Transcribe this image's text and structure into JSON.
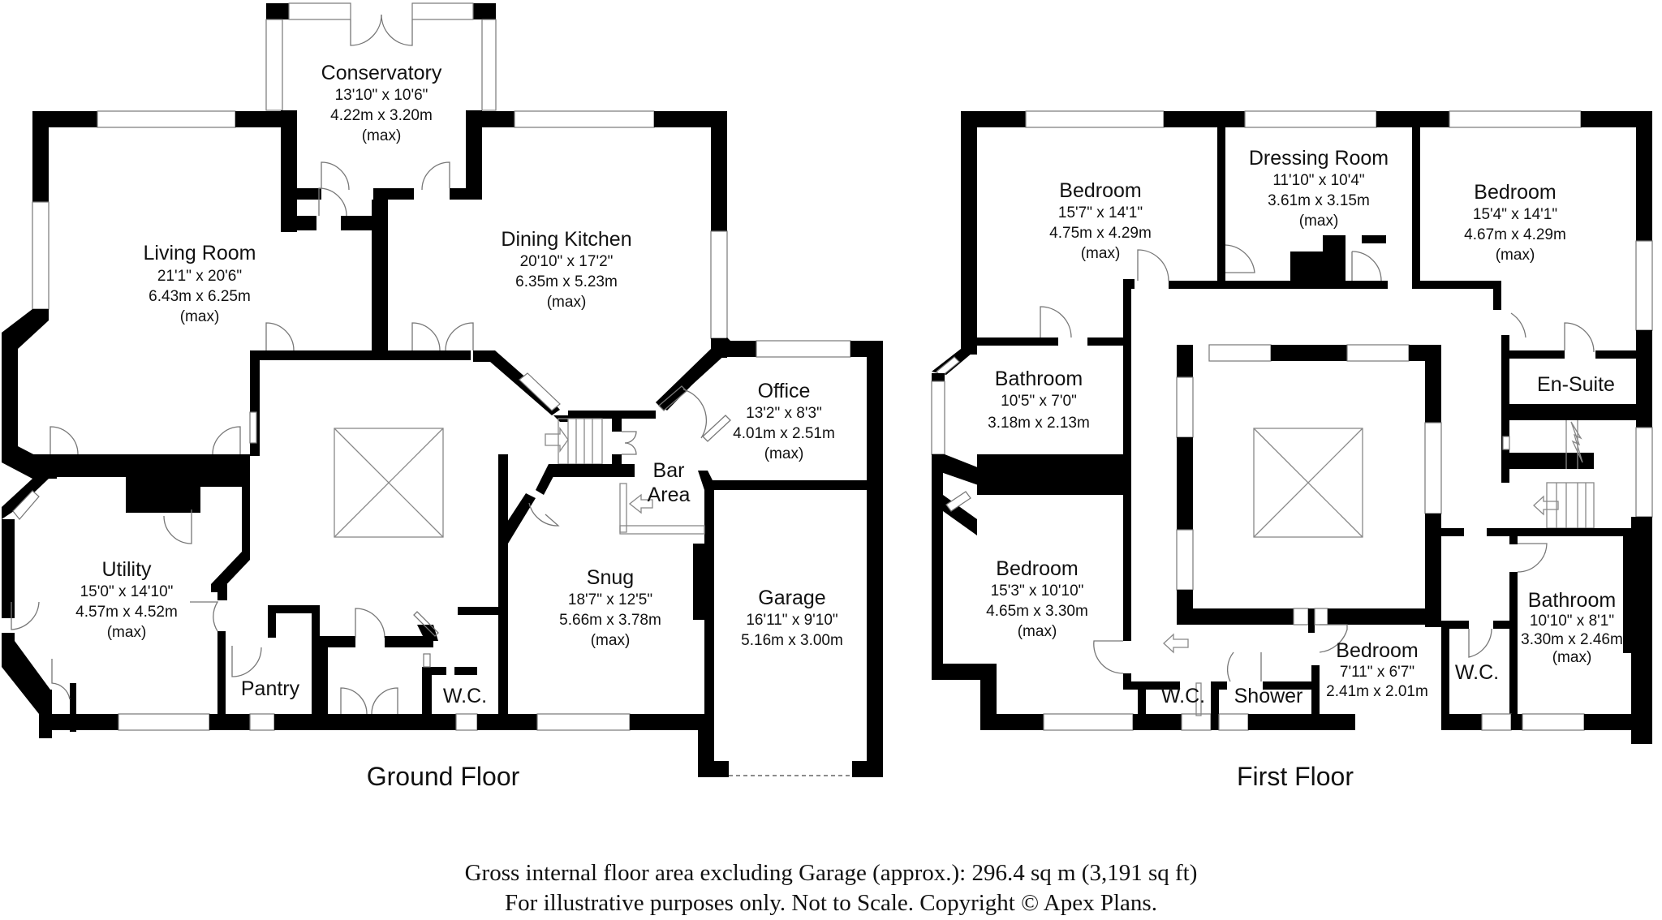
{
  "floors": [
    {
      "label": "Ground Floor",
      "rooms": [
        {
          "id": "conservatory",
          "name": "Conservatory",
          "imperial": "13'10\" x 10'6\"",
          "metric": "4.22m x 3.20m",
          "note": "(max)"
        },
        {
          "id": "living-room",
          "name": "Living Room",
          "imperial": "21'1\" x 20'6\"",
          "metric": "6.43m x 6.25m",
          "note": "(max)"
        },
        {
          "id": "dining-kitchen",
          "name": "Dining Kitchen",
          "imperial": "20'10\" x 17'2\"",
          "metric": "6.35m x 5.23m",
          "note": "(max)"
        },
        {
          "id": "office",
          "name": "Office",
          "imperial": "13'2\" x 8'3\"",
          "metric": "4.01m x 2.51m",
          "note": "(max)"
        },
        {
          "id": "bar-area",
          "name": "Bar Area",
          "name_line1": "Bar",
          "name_line2": "Area"
        },
        {
          "id": "utility",
          "name": "Utility",
          "imperial": "15'0\" x 14'10\"",
          "metric": "4.57m x 4.52m",
          "note": "(max)"
        },
        {
          "id": "snug",
          "name": "Snug",
          "imperial": "18'7\" x 12'5\"",
          "metric": "5.66m x 3.78m",
          "note": "(max)"
        },
        {
          "id": "garage",
          "name": "Garage",
          "imperial": "16'11\" x 9'10\"",
          "metric": "5.16m x 3.00m"
        },
        {
          "id": "pantry",
          "name": "Pantry"
        },
        {
          "id": "wc-ground",
          "name": "W.C."
        }
      ]
    },
    {
      "label": "First Floor",
      "rooms": [
        {
          "id": "bedroom-1",
          "name": "Bedroom",
          "imperial": "15'7\" x 14'1\"",
          "metric": "4.75m x 4.29m",
          "note": "(max)"
        },
        {
          "id": "dressing-room",
          "name": "Dressing Room",
          "imperial": "11'10\" x 10'4\"",
          "metric": "3.61m x 3.15m",
          "note": "(max)"
        },
        {
          "id": "bedroom-2",
          "name": "Bedroom",
          "imperial": "15'4\" x 14'1\"",
          "metric": "4.67m x 4.29m",
          "note": "(max)"
        },
        {
          "id": "bathroom-1",
          "name": "Bathroom",
          "imperial": "10'5\" x 7'0\"",
          "metric": "3.18m x 2.13m"
        },
        {
          "id": "en-suite",
          "name": "En-Suite"
        },
        {
          "id": "bedroom-3",
          "name": "Bedroom",
          "imperial": "15'3\" x 10'10\"",
          "metric": "4.65m x 3.30m",
          "note": "(max)"
        },
        {
          "id": "wc-first-1",
          "name": "W.C."
        },
        {
          "id": "shower",
          "name": "Shower"
        },
        {
          "id": "bedroom-4",
          "name": "Bedroom",
          "imperial": "7'11\" x 6'7\"",
          "metric": "2.41m x 2.01m"
        },
        {
          "id": "wc-first-2",
          "name": "W.C."
        },
        {
          "id": "bathroom-2",
          "name": "Bathroom",
          "imperial": "10'10\" x 8'1\"",
          "metric": "3.30m x 2.46m",
          "note": "(max)"
        }
      ]
    }
  ],
  "footer": {
    "area_line": "Gross internal floor area excluding Garage (approx.): 296.4 sq m (3,191 sq ft)",
    "disclaimer_line": "For illustrative purposes only. Not to Scale. Copyright © Apex Plans."
  }
}
